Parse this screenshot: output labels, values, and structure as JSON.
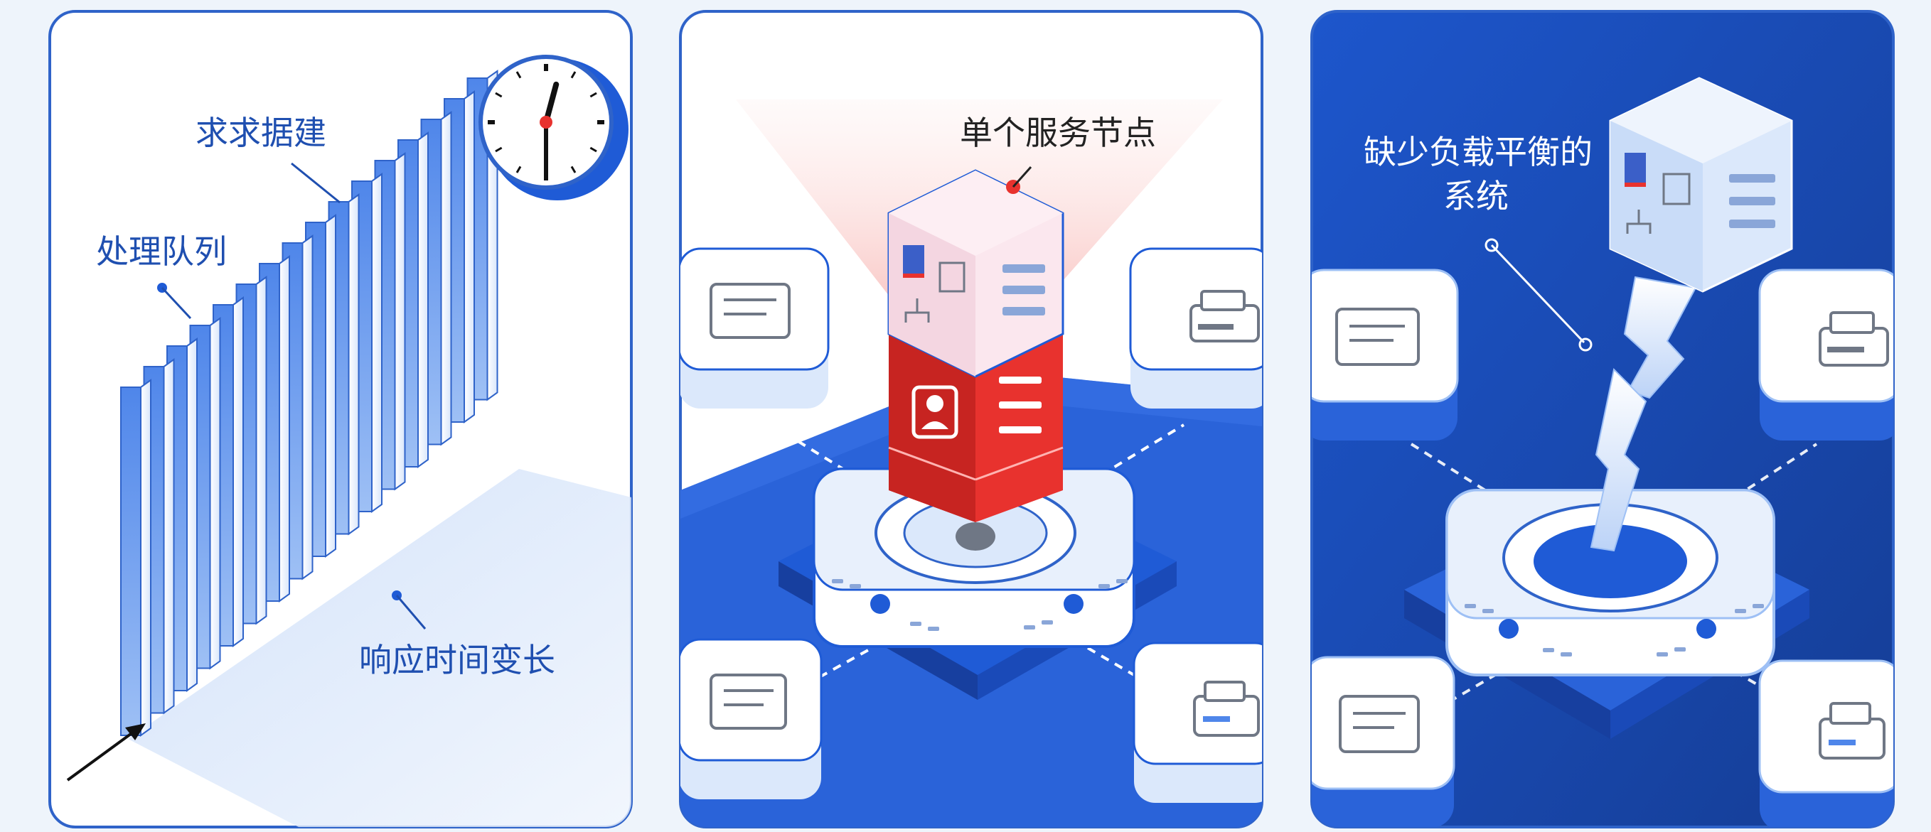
{
  "panels": [
    {
      "id": "queue",
      "labels": {
        "requests_data": "求求据建",
        "processing_queue": "处理队列",
        "response_time": "响应时间变长"
      }
    },
    {
      "id": "single-node",
      "labels": {
        "single_service_node": "单个服务节点"
      }
    },
    {
      "id": "no-load-balancing",
      "labels": {
        "missing_lb_line1": "缺少负载平衡的",
        "missing_lb_line2": "系统"
      }
    }
  ],
  "queue_bar_count": 16,
  "clock": {
    "hour": 12,
    "minute": 30
  },
  "colors": {
    "brand_blue": "#1f5bd6",
    "deep_blue": "#173f9f",
    "light_blue": "#dbe8fb",
    "alert_red": "#e8322e",
    "panel_border": "#2f63c9",
    "label_blue": "#1f4fb0",
    "white": "#ffffff"
  },
  "icons": [
    "clock-icon",
    "server-icon",
    "user-icon",
    "document-icon",
    "printer-icon",
    "broken-beam-icon"
  ]
}
